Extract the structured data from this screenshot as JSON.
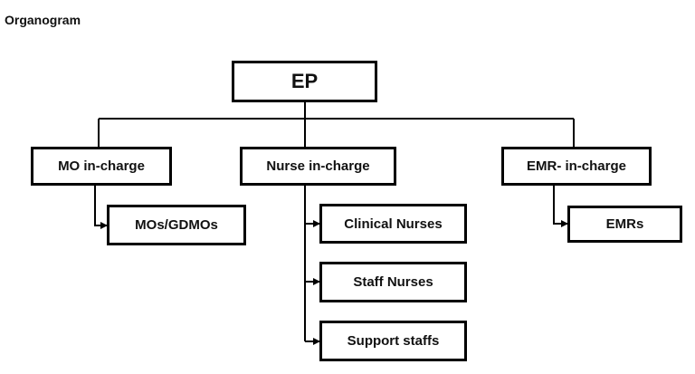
{
  "page": {
    "heading": "Organogram"
  },
  "organogram": {
    "root": {
      "label": "EP"
    },
    "branches": [
      {
        "head": "MO in-charge",
        "members": [
          "MOs/GDMOs"
        ]
      },
      {
        "head": "Nurse in-charge",
        "members": [
          "Clinical Nurses",
          "Staff Nurses",
          "Support staffs"
        ]
      },
      {
        "head": "EMR- in-charge",
        "members": [
          "EMRs"
        ]
      }
    ],
    "colors": {
      "line": "#000000",
      "box_border": "#000000",
      "text": "#111111",
      "background": "#ffffff"
    }
  }
}
